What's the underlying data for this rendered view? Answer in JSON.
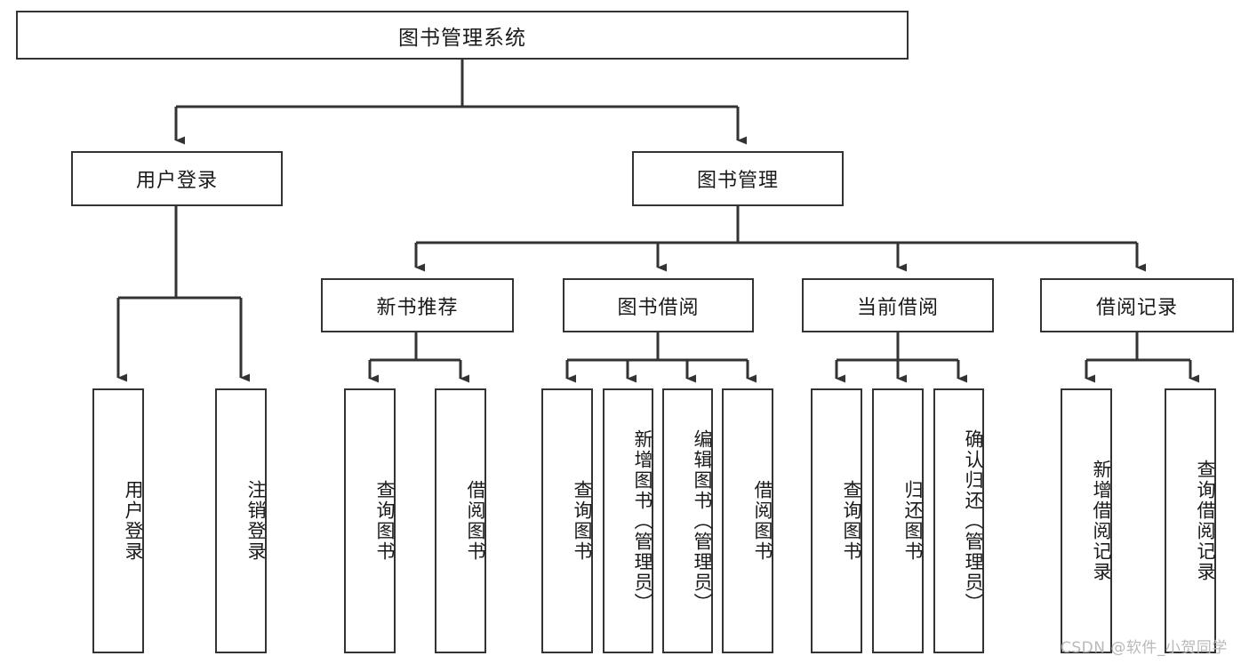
{
  "diagram": {
    "title": "图书管理系统",
    "type": "tree",
    "root": {
      "id": "root",
      "label": "图书管理系统"
    },
    "level2": [
      {
        "id": "user-login",
        "label": "用户登录"
      },
      {
        "id": "book-manage",
        "label": "图书管理"
      }
    ],
    "level3": [
      {
        "id": "new-book-rec",
        "label": "新书推荐",
        "parent": "book-manage"
      },
      {
        "id": "book-borrow",
        "label": "图书借阅",
        "parent": "book-manage"
      },
      {
        "id": "current-borrow",
        "label": "当前借阅",
        "parent": "book-manage"
      },
      {
        "id": "borrow-record",
        "label": "借阅记录",
        "parent": "book-manage"
      }
    ],
    "leaves": [
      {
        "id": "leaf-user-login",
        "label": "用户登录",
        "parent": "user-login"
      },
      {
        "id": "leaf-logout",
        "label": "注销登录",
        "parent": "user-login"
      },
      {
        "id": "leaf-query-book-1",
        "label": "查询图书",
        "parent": "new-book-rec"
      },
      {
        "id": "leaf-borrow-book-1",
        "label": "借阅图书",
        "parent": "new-book-rec"
      },
      {
        "id": "leaf-query-book-2",
        "label": "查询图书",
        "parent": "book-borrow"
      },
      {
        "id": "leaf-add-book",
        "label": "新增图书（管理员）",
        "parent": "book-borrow"
      },
      {
        "id": "leaf-edit-book",
        "label": "编辑图书（管理员）",
        "parent": "book-borrow"
      },
      {
        "id": "leaf-borrow-book-2",
        "label": "借阅图书",
        "parent": "book-borrow"
      },
      {
        "id": "leaf-query-book-3",
        "label": "查询图书",
        "parent": "current-borrow"
      },
      {
        "id": "leaf-return-book",
        "label": "归还图书",
        "parent": "current-borrow"
      },
      {
        "id": "leaf-confirm-return",
        "label": "确认归还（管理员）",
        "parent": "current-borrow"
      },
      {
        "id": "leaf-add-record",
        "label": "新增借阅记录",
        "parent": "borrow-record"
      },
      {
        "id": "leaf-query-record",
        "label": "查询借阅记录",
        "parent": "borrow-record"
      }
    ]
  },
  "watermark": {
    "text": "CSDN @软件_小贺同学"
  },
  "colors": {
    "border": "#333333",
    "background": "#ffffff",
    "text": "#1a1a1a",
    "watermark": "#b9b9b9"
  }
}
